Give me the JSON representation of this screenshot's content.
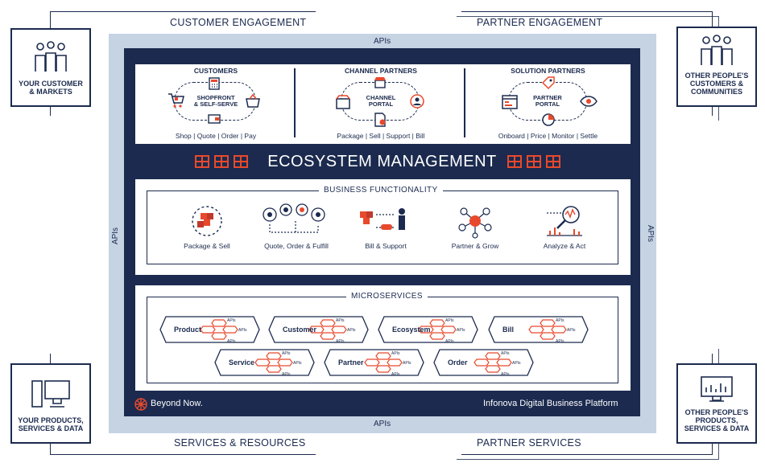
{
  "edges": {
    "top_left": "CUSTOMER ENGAGEMENT",
    "top_right": "PARTNER ENGAGEMENT",
    "bottom_left": "SERVICES & RESOURCES",
    "bottom_right": "PARTNER SERVICES"
  },
  "corners": {
    "top_left": "YOUR CUSTOMER\n& MARKETS",
    "top_right": "OTHER PEOPLE'S\nCUSTOMERS &\nCOMMUNITIES",
    "bottom_left": "YOUR PRODUCTS,\nSERVICES & DATA",
    "bottom_right": "OTHER PEOPLE'S\nPRODUCTS,\nSERVICES & DATA"
  },
  "apis": {
    "top": "APIs",
    "bottom": "APIs",
    "left": "APIs",
    "right": "APIs"
  },
  "engagement": [
    {
      "title": "CUSTOMERS",
      "portal": "SHOPFRONT\n& SELF-SERVE",
      "sub": "Shop | Quote | Order | Pay"
    },
    {
      "title": "CHANNEL PARTNERS",
      "portal": "CHANNEL\nPORTAL",
      "sub": "Package | Sell | Support | Bill"
    },
    {
      "title": "SOLUTION PARTNERS",
      "portal": "PARTNER\nPORTAL",
      "sub": "Onboard | Price | Monitor | Settle"
    }
  ],
  "ecosystem_title": "ECOSYSTEM MANAGEMENT",
  "business": {
    "title": "BUSINESS FUNCTIONALITY",
    "items": [
      "Package & Sell",
      "Quote, Order & Fulfill",
      "Bill & Support",
      "Partner & Grow",
      "Analyze & Act"
    ]
  },
  "micro": {
    "title": "MICROSERVICES",
    "api_label": "APIs",
    "row1": [
      "Product",
      "Customer",
      "Ecosystem",
      "Bill"
    ],
    "row2": [
      "Service",
      "Partner",
      "Order"
    ]
  },
  "footer": {
    "brand": "Beyond Now.",
    "platform": "Infonova Digital Business Platform"
  },
  "colors": {
    "navy": "#1b2a4e",
    "accent": "#e8492c",
    "platform_bg": "#c5d3e3"
  }
}
